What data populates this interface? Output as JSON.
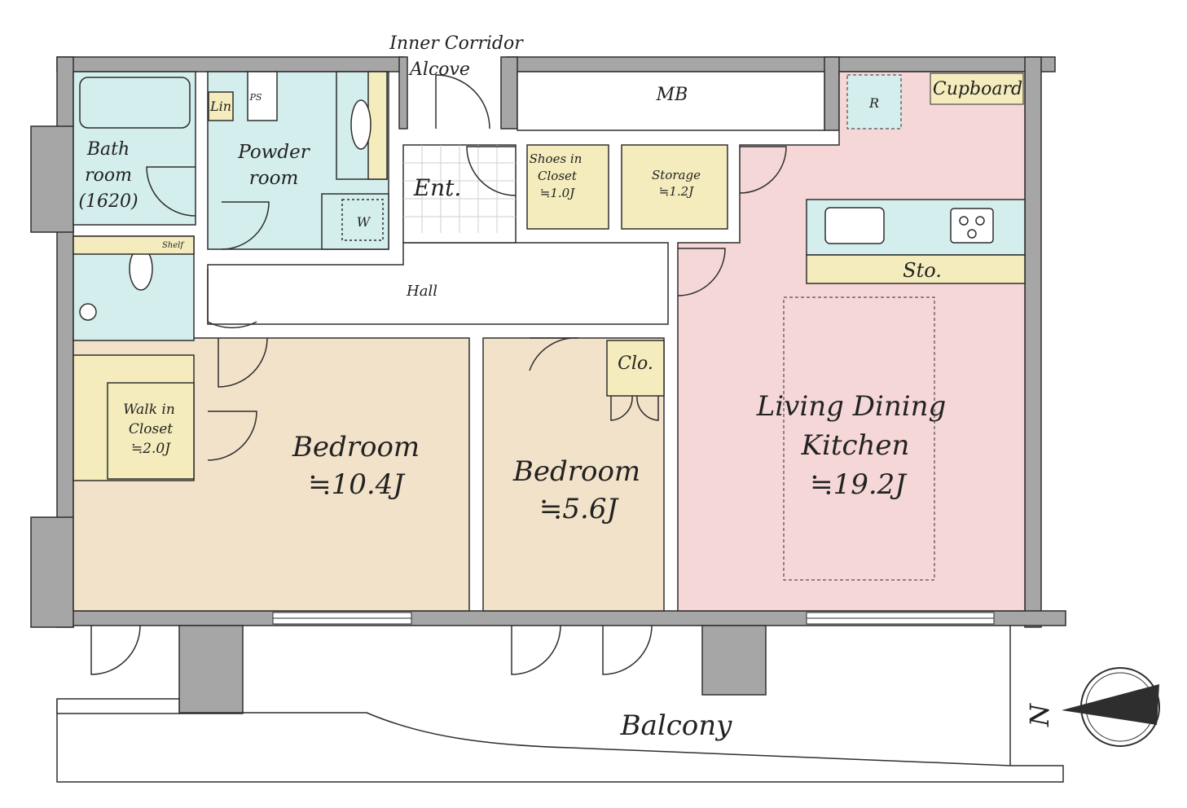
{
  "colors": {
    "wall": "#a6a6a6",
    "bedroom": "#f2e2c9",
    "ldk": "#f5d7d7",
    "wet": "#d3eeec",
    "storage": "#f4ecbc",
    "hall": "#ffffff",
    "line": "#2e2e2e"
  },
  "labels": {
    "inner_corridor": "Inner Corridor",
    "alcove": "Alcove",
    "mb": "MB",
    "r": "R",
    "cupboard": "Cupboard",
    "lin": "Lin",
    "ps": "PS",
    "bath_1": "Bath",
    "bath_2": "room",
    "bath_3": "(1620)",
    "powder_1": "Powder",
    "powder_2": "room",
    "ent": "Ent.",
    "shoes_1": "Shoes in",
    "shoes_2": "Closet",
    "shoes_3": "≒1.0J",
    "storage_1": "Storage",
    "storage_2": "≒1.2J",
    "w": "W",
    "shelf": "Shelf",
    "sto": "Sto.",
    "hall": "Hall",
    "clo": "Clo.",
    "wic_1": "Walk in",
    "wic_2": "Closet",
    "wic_3": "≒2.0J",
    "bed1_name": "Bedroom",
    "bed1_size": "≒10.4J",
    "bed2_name": "Bedroom",
    "bed2_size": "≒5.6J",
    "ldk_1": "Living Dining",
    "ldk_2": "Kitchen",
    "ldk_3": "≒19.2J",
    "balcony": "Balcony",
    "north": "N"
  }
}
